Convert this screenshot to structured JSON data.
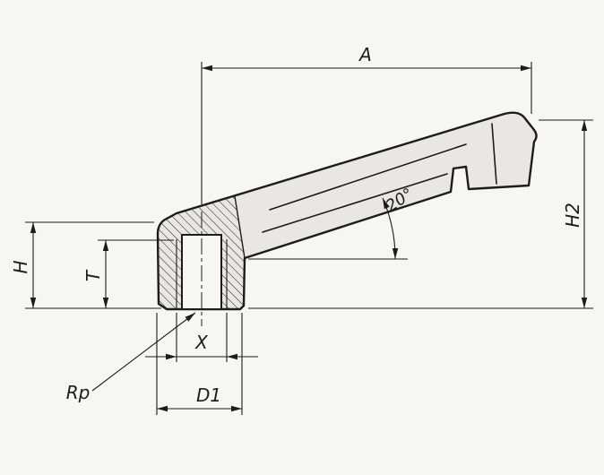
{
  "labels": {
    "a": "A",
    "h2": "H2",
    "h": "H",
    "t": "T",
    "x": "X",
    "d1": "D1",
    "rp": "Rp",
    "angle": "20°"
  },
  "colors": {
    "background": "#f6f6f4",
    "line": "#1c1c1b",
    "part_fill": "#e8e7e4",
    "bore_fill": "#f6f6f4"
  }
}
